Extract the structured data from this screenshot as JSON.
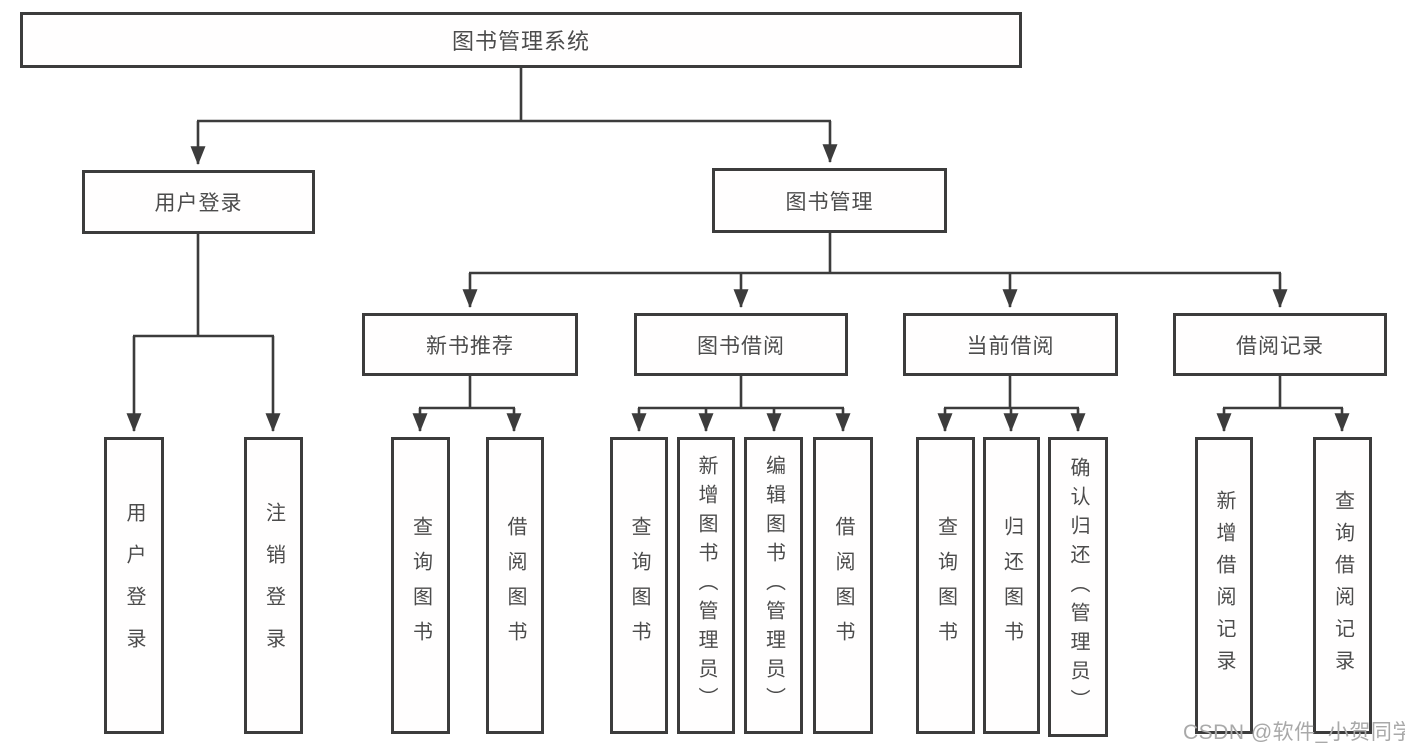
{
  "diagram": {
    "title": "图书管理系统",
    "branches": [
      {
        "label": "用户登录",
        "children": [
          {
            "label": "用户登录"
          },
          {
            "label": "注销登录"
          }
        ]
      },
      {
        "label": "图书管理",
        "children": [
          {
            "label": "新书推荐",
            "children": [
              {
                "label": "查询图书"
              },
              {
                "label": "借阅图书"
              }
            ]
          },
          {
            "label": "图书借阅",
            "children": [
              {
                "label": "查询图书"
              },
              {
                "label": "新增图书（管理员）"
              },
              {
                "label": "编辑图书（管理员）"
              },
              {
                "label": "借阅图书"
              }
            ]
          },
          {
            "label": "当前借阅",
            "children": [
              {
                "label": "查询图书"
              },
              {
                "label": "归还图书"
              },
              {
                "label": "确认归还（管理员）"
              }
            ]
          },
          {
            "label": "借阅记录",
            "children": [
              {
                "label": "新增借阅记录"
              },
              {
                "label": "查询借阅记录"
              }
            ]
          }
        ]
      }
    ],
    "line_color": "#3c3c3c",
    "text_color": "#4c4c4c"
  },
  "watermark": "CSDN @软件_小贺同学"
}
